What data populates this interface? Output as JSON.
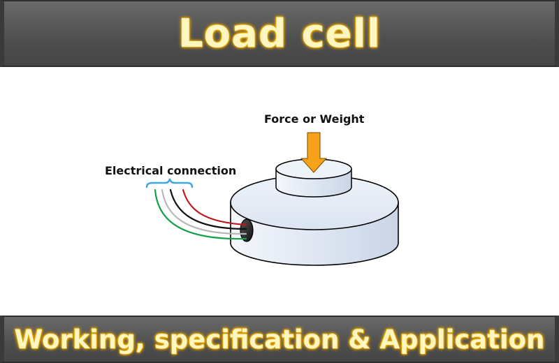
{
  "header": {
    "title": "Load cell"
  },
  "diagram": {
    "force_label": "Force or Weight",
    "connection_label": "Electrical connection",
    "wire_colors": [
      "#c0141c",
      "#111111",
      "#b8b8b8",
      "#16a04a"
    ],
    "arrow_color": "#f7a21b",
    "bracket_color": "#3fa7e0",
    "body_color": "#dfe7f3"
  },
  "footer": {
    "subtitle": "Working, specification & Application"
  }
}
